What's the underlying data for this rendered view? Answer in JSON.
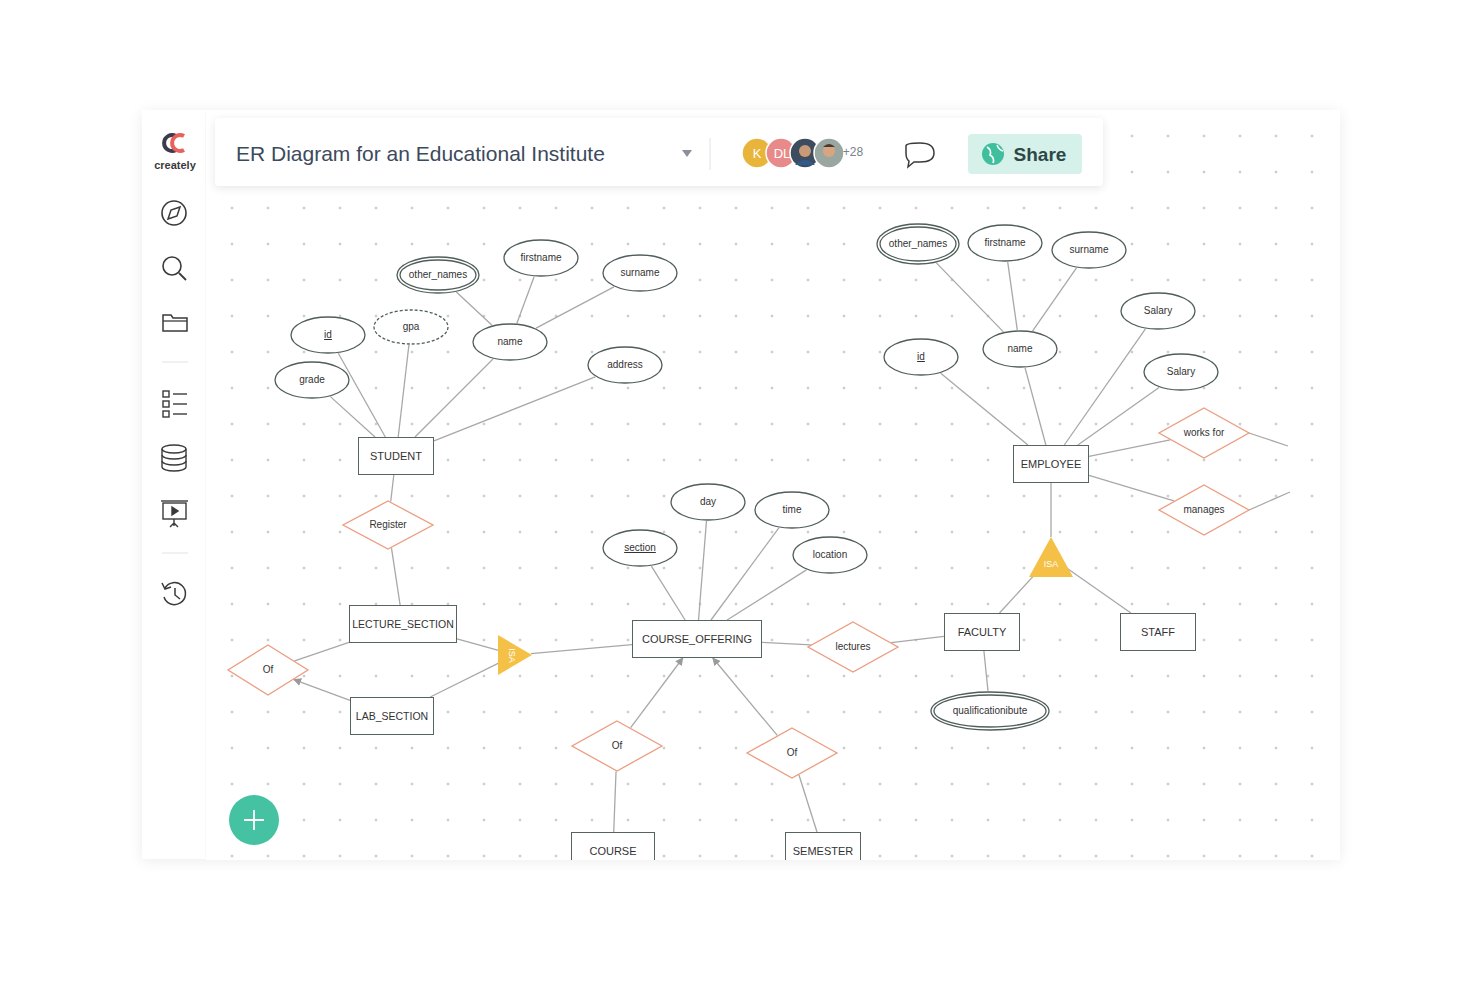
{
  "diagram": {
    "title": "ER Diagram for an Educational Institute",
    "nodes": [
      {
        "text": [
          "other_names"
        ]
      },
      {
        "text": [
          "firstname"
        ]
      },
      {
        "text": [
          "surname"
        ]
      },
      {
        "text": [
          "id"
        ]
      },
      {
        "text": [
          "gpa"
        ]
      },
      {
        "text": [
          "name"
        ]
      },
      {
        "text": [
          "address"
        ]
      },
      {
        "text": [
          "grade"
        ]
      },
      {
        "text": [
          "STUDENT"
        ]
      },
      {
        "text": [
          "Register"
        ]
      },
      {
        "text": [
          "LECTURE_SECTION"
        ]
      },
      {
        "text": [
          "Of"
        ]
      },
      {
        "text": [
          "LAB_SECTION"
        ]
      },
      {
        "text": [
          "ISA"
        ]
      },
      {
        "text": [
          "day"
        ]
      },
      {
        "text": [
          "time"
        ]
      },
      {
        "text": [
          "section"
        ]
      },
      {
        "text": [
          "location"
        ]
      },
      {
        "text": [
          "COURSE_OFFERING"
        ]
      },
      {
        "text": [
          "lectures"
        ]
      },
      {
        "text": [
          "Of"
        ]
      },
      {
        "text": [
          "Of"
        ]
      },
      {
        "text": [
          "COURSE"
        ]
      },
      {
        "text": [
          "SEMESTER"
        ]
      },
      {
        "text": [
          "other_names"
        ]
      },
      {
        "text": [
          "firstname"
        ]
      },
      {
        "text": [
          "surname"
        ]
      },
      {
        "text": [
          "Salary"
        ]
      },
      {
        "text": [
          "id"
        ]
      },
      {
        "text": [
          "name"
        ]
      },
      {
        "text": [
          "Salary"
        ]
      },
      {
        "text": [
          "works for"
        ]
      },
      {
        "text": [
          "EMPLOYEE"
        ]
      },
      {
        "text": [
          "manages"
        ]
      },
      {
        "text": [
          "ISA"
        ]
      },
      {
        "text": [
          "FACULTY"
        ]
      },
      {
        "text": [
          "STAFF"
        ]
      },
      {
        "text": [
          "qualificationibute"
        ]
      }
    ],
    "edges": [
      {
        "from": 0,
        "to": 5,
        "arrow": "none"
      },
      {
        "from": 1,
        "to": 5,
        "arrow": "none"
      },
      {
        "from": 2,
        "to": 5,
        "arrow": "none"
      },
      {
        "from": 5,
        "to": 8,
        "arrow": "none"
      },
      {
        "from": 3,
        "to": 8,
        "arrow": "none"
      },
      {
        "from": 4,
        "to": 8,
        "arrow": "none"
      },
      {
        "from": 7,
        "to": 8,
        "arrow": "none"
      },
      {
        "from": 6,
        "to": 8,
        "arrow": "none"
      },
      {
        "from": 8,
        "to": 9,
        "arrow": "none"
      },
      {
        "from": 9,
        "to": 10,
        "arrow": "none"
      },
      {
        "from": 10,
        "to": 11,
        "arrow": "none"
      },
      {
        "from": 12,
        "to": 11,
        "arrow": "to"
      },
      {
        "from": 10,
        "to": 13,
        "arrow": "none"
      },
      {
        "from": 12,
        "to": 13,
        "arrow": "none"
      },
      {
        "from": 13,
        "to": 18,
        "arrow": "none"
      },
      {
        "from": 14,
        "to": 18,
        "arrow": "none"
      },
      {
        "from": 15,
        "to": 18,
        "arrow": "none"
      },
      {
        "from": 16,
        "to": 18,
        "arrow": "none"
      },
      {
        "from": 17,
        "to": 18,
        "arrow": "none"
      },
      {
        "from": 18,
        "to": 19,
        "arrow": "none"
      },
      {
        "from": 19,
        "to": 35,
        "arrow": "none"
      },
      {
        "from": 20,
        "to": 18,
        "arrow": "to"
      },
      {
        "from": 21,
        "to": 18,
        "arrow": "to"
      },
      {
        "from": 20,
        "to": 22,
        "arrow": "none"
      },
      {
        "from": 21,
        "to": 23,
        "arrow": "none"
      },
      {
        "from": 24,
        "to": 29,
        "arrow": "none"
      },
      {
        "from": 25,
        "to": 29,
        "arrow": "none"
      },
      {
        "from": 26,
        "to": 29,
        "arrow": "none"
      },
      {
        "from": 29,
        "to": 32,
        "arrow": "none"
      },
      {
        "from": 28,
        "to": 32,
        "arrow": "none"
      },
      {
        "from": 27,
        "to": 32,
        "arrow": "none"
      },
      {
        "from": 30,
        "to": 32,
        "arrow": "none"
      },
      {
        "from": 32,
        "to": 31,
        "arrow": "none"
      },
      {
        "from": 32,
        "to": 33,
        "arrow": "none"
      },
      {
        "from": 32,
        "to": 34,
        "arrow": "none"
      },
      {
        "from": 34,
        "to": 35,
        "arrow": "none"
      },
      {
        "from": 34,
        "to": 36,
        "arrow": "none"
      },
      {
        "from": 35,
        "to": 37,
        "arrow": "none"
      }
    ],
    "labels": [
      "creately",
      "K",
      "DL",
      "+28",
      "Share"
    ]
  }
}
